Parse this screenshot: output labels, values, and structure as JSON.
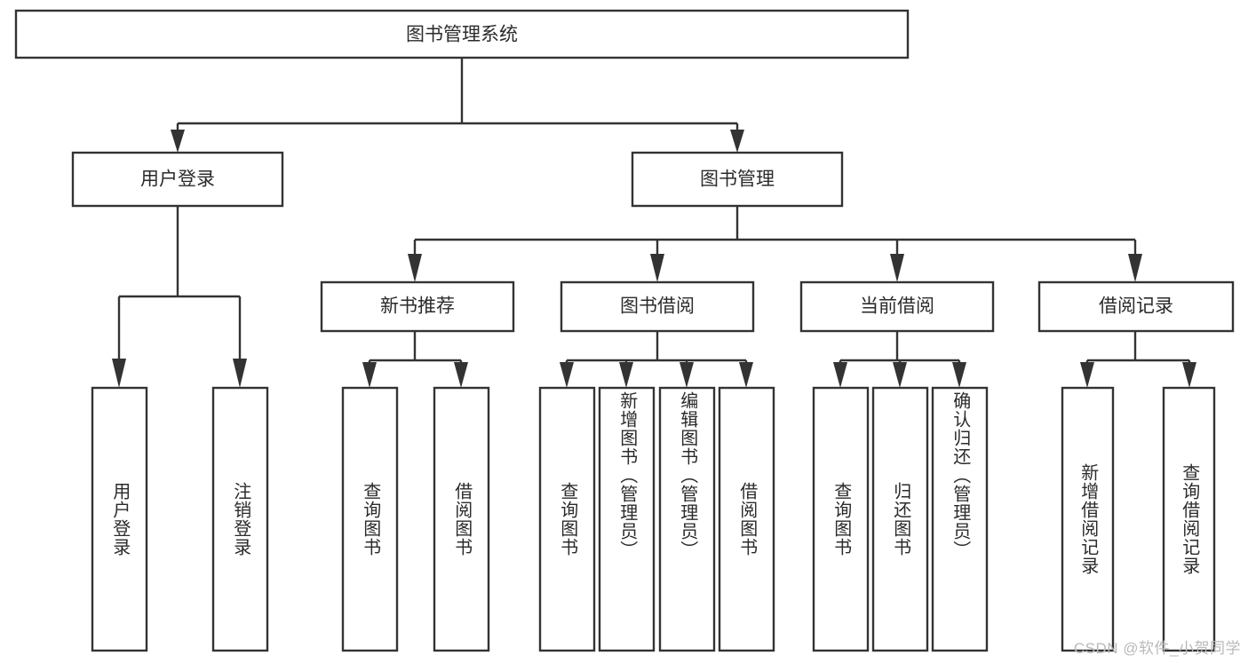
{
  "diagram": {
    "type": "tree-hierarchy-chart",
    "title": "图书管理系统",
    "background_color": "#ffffff",
    "box_stroke_color": "#333333",
    "text_color": "#2b2b2b",
    "root": {
      "label": "图书管理系统",
      "orientation": "horizontal"
    },
    "level1": [
      {
        "label": "用户登录",
        "orientation": "horizontal"
      },
      {
        "label": "图书管理",
        "orientation": "horizontal"
      }
    ],
    "level2": [
      {
        "label": "新书推荐",
        "orientation": "horizontal",
        "parent": "图书管理"
      },
      {
        "label": "图书借阅",
        "orientation": "horizontal",
        "parent": "图书管理"
      },
      {
        "label": "当前借阅",
        "orientation": "horizontal",
        "parent": "图书管理"
      },
      {
        "label": "借阅记录",
        "orientation": "horizontal",
        "parent": "图书管理"
      }
    ],
    "leaves": [
      {
        "label": "用户登录",
        "orientation": "vertical",
        "parent": "用户登录"
      },
      {
        "label": "注销登录",
        "orientation": "vertical",
        "parent": "用户登录"
      },
      {
        "label": "查询图书",
        "orientation": "vertical",
        "parent": "新书推荐"
      },
      {
        "label": "借阅图书",
        "orientation": "vertical",
        "parent": "新书推荐"
      },
      {
        "label": "查询图书",
        "orientation": "vertical",
        "parent": "图书借阅"
      },
      {
        "label": "新增图书（管理员）",
        "orientation": "vertical",
        "parent": "图书借阅"
      },
      {
        "label": "编辑图书（管理员）",
        "orientation": "vertical",
        "parent": "图书借阅"
      },
      {
        "label": "借阅图书",
        "orientation": "vertical",
        "parent": "图书借阅"
      },
      {
        "label": "查询图书",
        "orientation": "vertical",
        "parent": "当前借阅"
      },
      {
        "label": "归还图书",
        "orientation": "vertical",
        "parent": "当前借阅"
      },
      {
        "label": "确认归还（管理员）",
        "orientation": "vertical",
        "parent": "当前借阅"
      },
      {
        "label": "新增借阅记录",
        "orientation": "vertical",
        "parent": "借阅记录"
      },
      {
        "label": "查询借阅记录",
        "orientation": "vertical",
        "parent": "借阅记录"
      }
    ]
  },
  "watermark": {
    "text": "CSDN @软件_小贺同学"
  }
}
